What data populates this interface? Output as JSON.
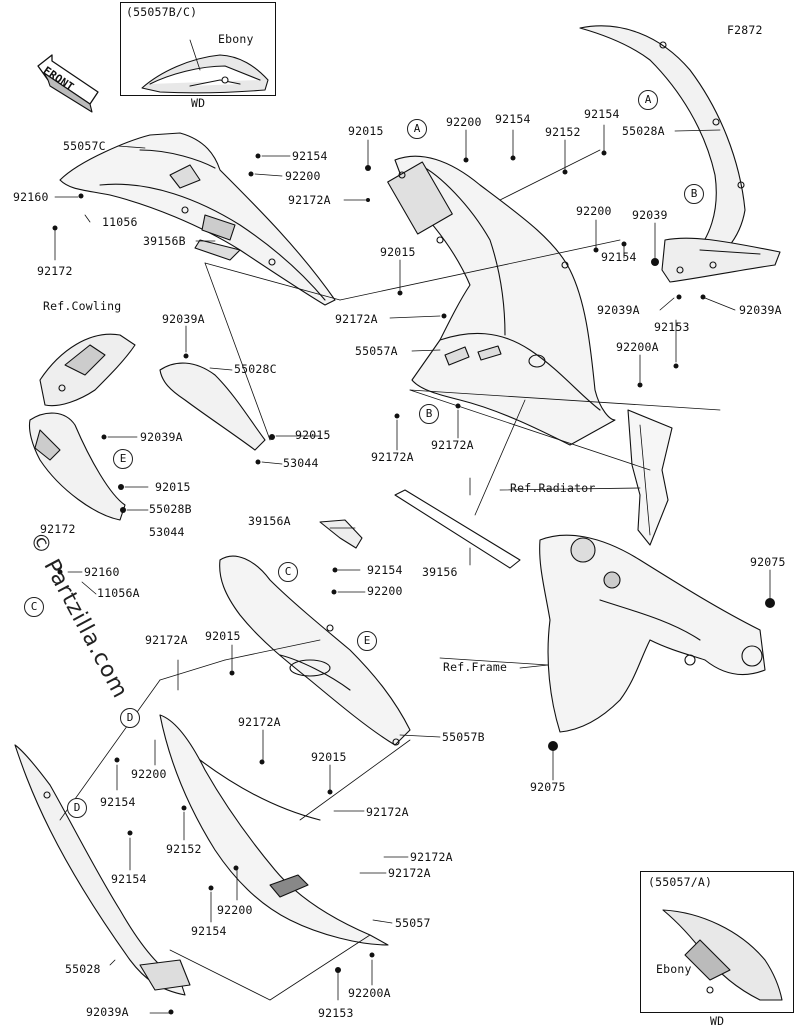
{
  "figure_code": "F2872",
  "front_arrow": "FRONT",
  "watermark": "© Partzilla.com",
  "inset_top": {
    "code": "(55057B/C)",
    "color": "Ebony",
    "note": "WD"
  },
  "inset_bottom": {
    "code": "(55057/A)",
    "color": "Ebony",
    "note": "WD"
  },
  "callouts": [
    "A",
    "A",
    "B",
    "B",
    "C",
    "C",
    "D",
    "D",
    "E",
    "E"
  ],
  "refs": {
    "cowling": "Ref.Cowling",
    "radiator": "Ref.Radiator",
    "frame": "Ref.Frame"
  },
  "part_labels": [
    "55057C",
    "92154",
    "92200",
    "92160",
    "11056",
    "39156B",
    "92172",
    "92015",
    "92172A",
    "92200",
    "92154",
    "92152",
    "92154",
    "55028A",
    "92039",
    "92200",
    "92154",
    "92015",
    "92172A",
    "55057A",
    "92039A",
    "92039A",
    "92153",
    "92200A",
    "92172A",
    "92172A",
    "92039A",
    "55028C",
    "92039A",
    "92015",
    "53044",
    "92015",
    "55028B",
    "53044",
    "92172",
    "92160",
    "11056A",
    "39156A",
    "92154",
    "92200",
    "39156",
    "92075",
    "92015",
    "92172A",
    "55057B",
    "92172A",
    "92200",
    "92154",
    "92015",
    "92172A",
    "92152",
    "92154",
    "92172A",
    "92172A",
    "92200",
    "92154",
    "55057",
    "55028",
    "92039A",
    "92200A",
    "92153",
    "92075"
  ]
}
